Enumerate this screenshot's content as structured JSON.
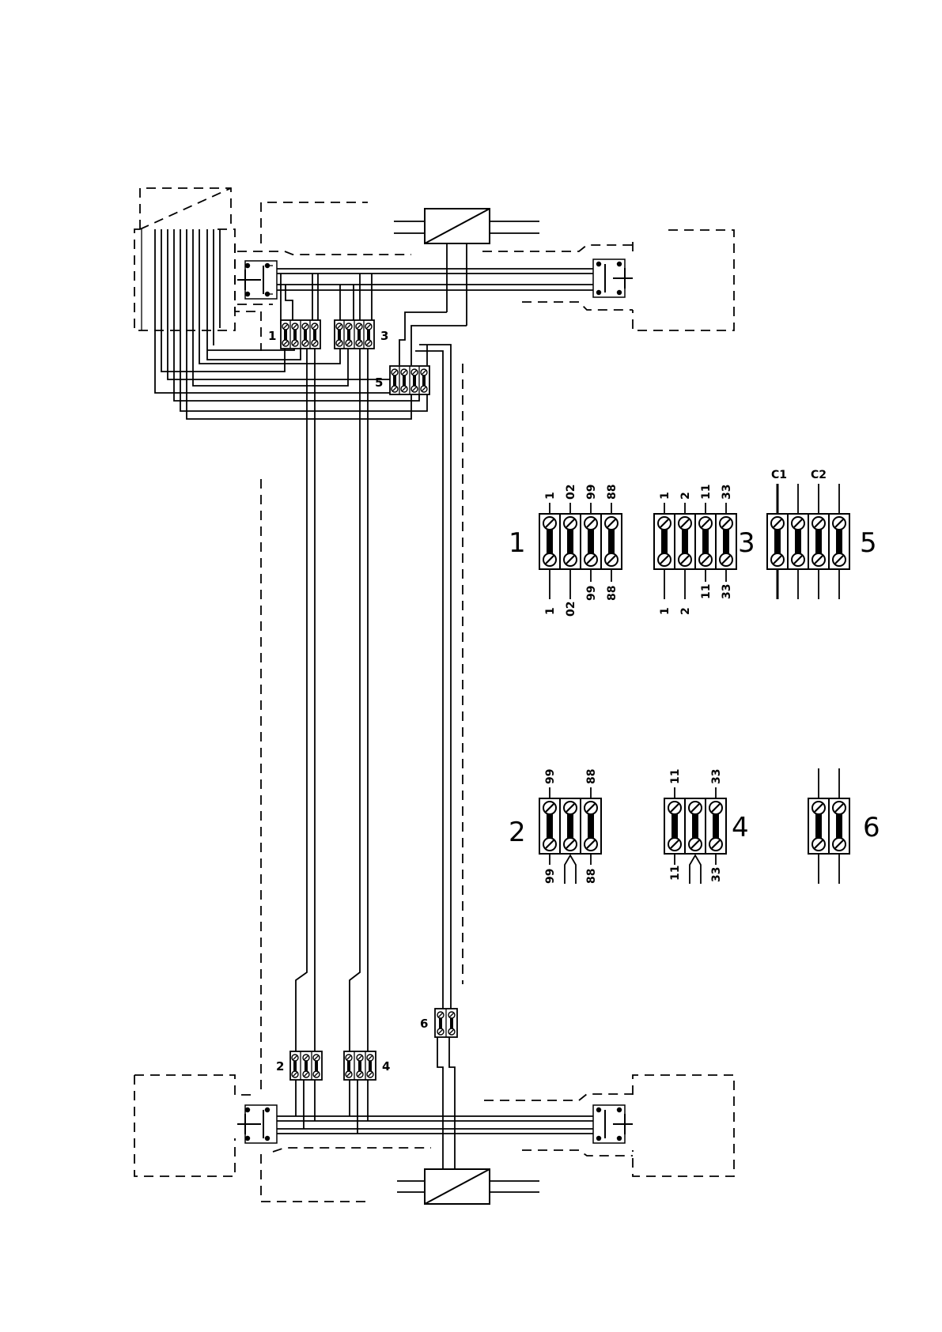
{
  "blocks_small": [
    {
      "id": "1",
      "label": "1"
    },
    {
      "id": "2",
      "label": "2"
    },
    {
      "id": "3",
      "label": "3"
    },
    {
      "id": "4",
      "label": "4"
    },
    {
      "id": "5",
      "label": "5"
    },
    {
      "id": "6",
      "label": "6"
    }
  ],
  "details": {
    "d1": {
      "label": "1",
      "top": [
        "1",
        "02",
        "99",
        "88"
      ],
      "bottom": [
        "1",
        "02",
        "99",
        "88"
      ]
    },
    "d3": {
      "label": "3",
      "top": [
        "1",
        "2",
        "11",
        "33"
      ],
      "bottom": [
        "1",
        "2",
        "11",
        "33"
      ]
    },
    "d5": {
      "label": "5",
      "top": [
        "C1",
        "C2"
      ]
    },
    "d2": {
      "label": "2",
      "top": [
        "99",
        "88"
      ],
      "bottom": [
        "99",
        "88"
      ]
    },
    "d4": {
      "label": "4",
      "top": [
        "11",
        "33"
      ],
      "bottom": [
        "11",
        "33"
      ]
    },
    "d6": {
      "label": "6"
    }
  }
}
